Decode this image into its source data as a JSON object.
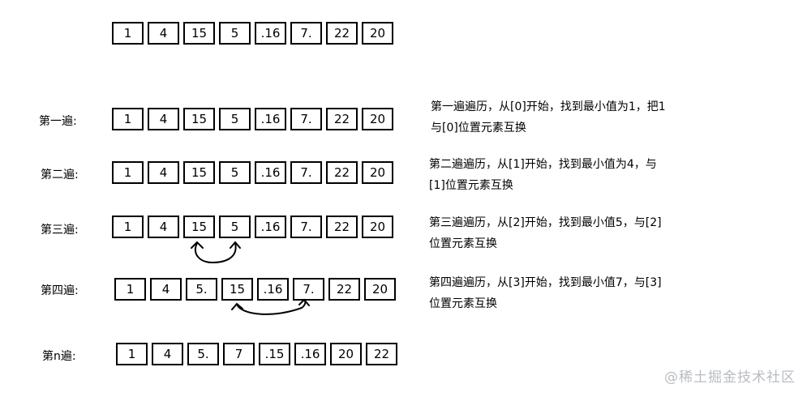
{
  "arrays": {
    "initial": [
      "1",
      "4",
      "15",
      "5",
      ".16",
      "7.",
      "22",
      "20"
    ],
    "pass1": [
      "1",
      "4",
      "15",
      "5",
      ".16",
      "7.",
      "22",
      "20"
    ],
    "pass2": [
      "1",
      "4",
      "15",
      "5",
      ".16",
      "7.",
      "22",
      "20"
    ],
    "pass3": [
      "1",
      "4",
      "15",
      "5",
      ".16",
      "7.",
      "22",
      "20"
    ],
    "pass4": [
      "1",
      "4",
      "5.",
      "15",
      ".16",
      "7.",
      "22",
      "20"
    ],
    "passn": [
      "1",
      "4",
      "5.",
      "7",
      ".15",
      ".16",
      "20",
      "22"
    ]
  },
  "labels": {
    "pass1": "第一遍:",
    "pass2": "第二遍:",
    "pass3": "第三遍:",
    "pass4": "第四遍:",
    "passn": "第n遍:"
  },
  "descriptions": {
    "pass1": [
      "第一遍遍历，从[0]开始，找到最小值为1，把1",
      "与[0]位置元素互换"
    ],
    "pass2": [
      "第二遍遍历，从[1]开始，找到最小值为4，与",
      "[1]位置元素互换"
    ],
    "pass3": [
      "第三遍遍历，从[2]开始，找到最小值5，与[2]",
      "位置元素互换"
    ],
    "pass4": [
      "第四遍遍历，从[3]开始，找到最小值7，与[3]",
      "位置元素互换"
    ]
  },
  "watermark": "@稀土掘金技术社区"
}
